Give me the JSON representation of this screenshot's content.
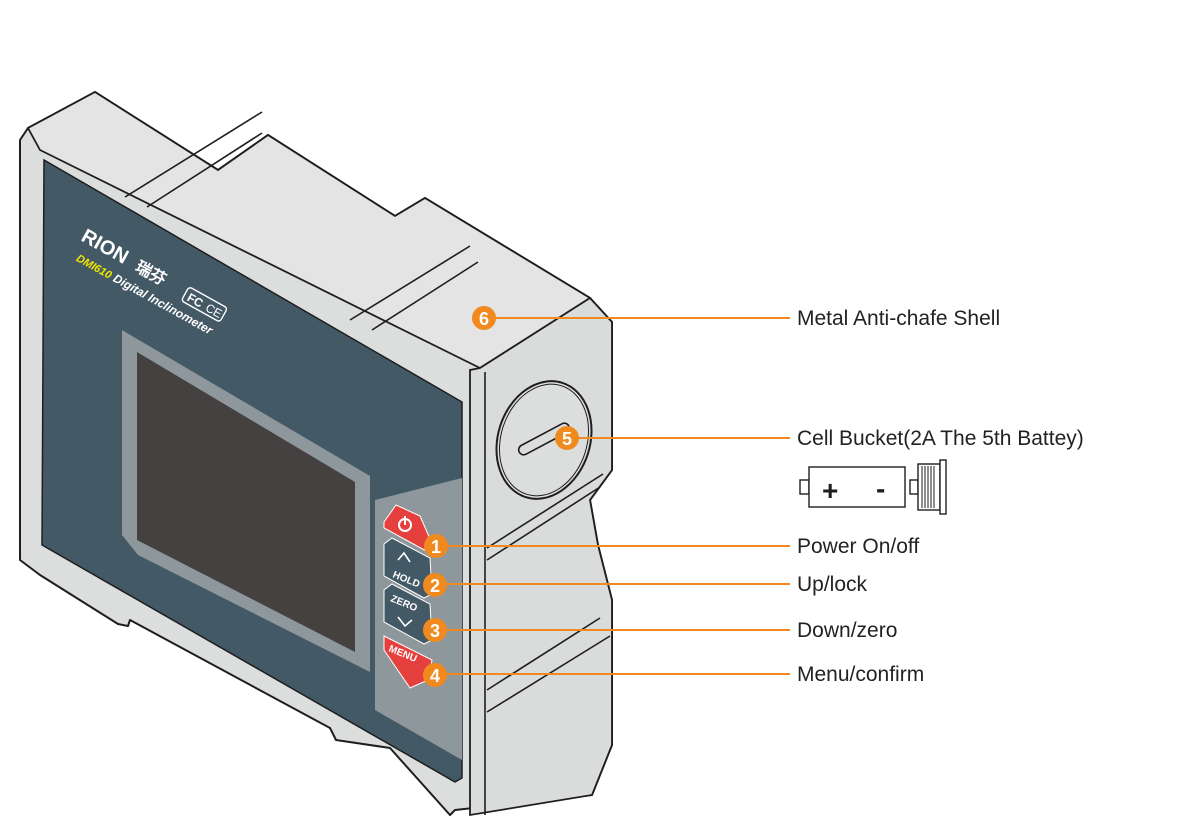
{
  "device": {
    "brand": "RION",
    "brand_cn": "瑞芬",
    "model": "DMI610",
    "product_name": "Digital Inclinometer",
    "certifications": [
      "FC",
      "CE"
    ],
    "buttons": [
      {
        "id": "power",
        "icon": "power-icon",
        "label": ""
      },
      {
        "id": "hold",
        "icon": "chevron-up-icon",
        "label": "HOLD"
      },
      {
        "id": "zero",
        "icon": "chevron-down-icon",
        "label": "ZERO"
      },
      {
        "id": "menu",
        "icon": "",
        "label": "MENU"
      }
    ]
  },
  "callouts": [
    {
      "number": "1",
      "label": "Power On/off"
    },
    {
      "number": "2",
      "label": "Up/lock"
    },
    {
      "number": "3",
      "label": "Down/zero"
    },
    {
      "number": "4",
      "label": "Menu/confirm"
    },
    {
      "number": "5",
      "label": "Cell Bucket(2A The 5th Battey)"
    },
    {
      "number": "6",
      "label": "Metal Anti-chafe Shell"
    }
  ],
  "battery_icon": {
    "plus": "+",
    "minus": "-"
  },
  "colors": {
    "callout_orange": "#f08a1e",
    "shell_gray": "#dcdedd",
    "panel_slate": "#435966",
    "screen_bezel": "#8e979c",
    "screen": "#454141",
    "button_red": "#e5403d",
    "button_slate": "#435966",
    "model_yellow": "#f2e600"
  }
}
